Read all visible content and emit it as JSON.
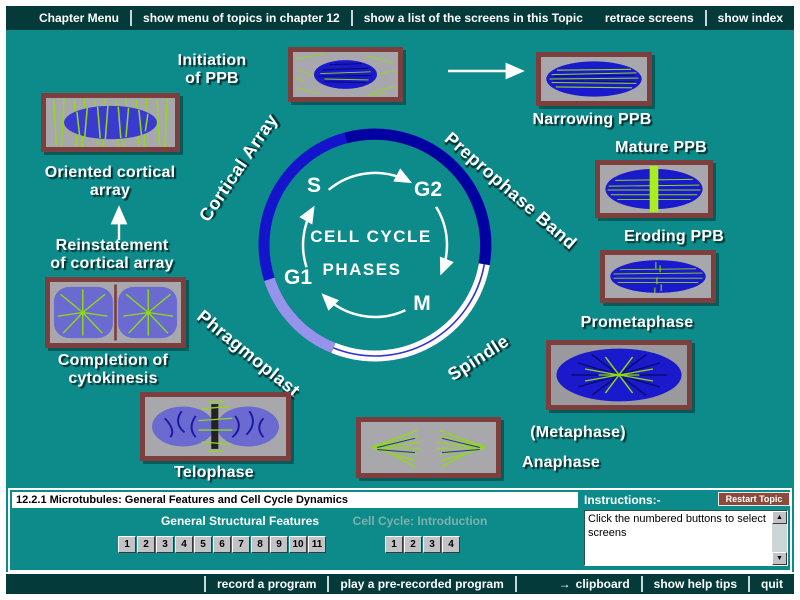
{
  "colors": {
    "teal_background": "#0d8a8a",
    "bar_background": "#043a3a",
    "thumbnail_border": "#7d3e3e",
    "thumbnail_background": "#a8a8ac",
    "cell_blue": "#1a1acc",
    "microtubule_green": "#8fd81c",
    "ring_blue": "#1414cc",
    "ring_white_segment": "#ffffff",
    "ring_light_segment": "#9494ea",
    "button_face": "#c3c3c7",
    "disabled_text": "#7fb0ab",
    "restart_button_background": "#8a4a3c"
  },
  "icons": {
    "scroll_up": "▲",
    "scroll_down": "▼",
    "clipboard_arrow": "→"
  },
  "top_menu": {
    "items": [
      "Chapter Menu",
      "show menu of topics in chapter 12",
      "show a list of the screens in this Topic",
      "retrace screens",
      "show index"
    ]
  },
  "diagram": {
    "center_title_line1": "CELL CYCLE",
    "center_title_line2": "PHASES",
    "phases": {
      "s": "S",
      "g2": "G2",
      "g1": "G1",
      "m": "M"
    },
    "ring_labels": {
      "cortical_array": "Cortical Array",
      "preprophase_band": "Preprophase Band",
      "phragmoplast": "Phragmoplast",
      "spindle": "Spindle"
    },
    "stage_labels": {
      "initiation_ppb": "Initiation\nof PPB",
      "narrowing_ppb": "Narrowing PPB",
      "mature_ppb": "Mature PPB",
      "eroding_ppb": "Eroding PPB",
      "prometaphase": "Prometaphase",
      "metaphase": "(Metaphase)",
      "anaphase": "Anaphase",
      "telophase": "Telophase",
      "completion_cytokinesis": "Completion of\ncytokinesis",
      "reinstatement": "Reinstatement\nof cortical array",
      "oriented": "Oriented cortical\narray"
    }
  },
  "panel": {
    "title": "12.2.1 Microtubules: General Features and Cell Cycle Dynamics",
    "instructions_label": "Instructions:-",
    "restart_button": "Restart Topic",
    "general": {
      "label": "General Structural Features",
      "buttons": [
        "1",
        "2",
        "3",
        "4",
        "5",
        "6",
        "7",
        "8",
        "9",
        "10",
        "11"
      ]
    },
    "cell_cycle": {
      "label": "Cell Cycle: Introduction",
      "buttons": [
        "1",
        "2",
        "3",
        "4"
      ]
    },
    "instructions_text": "Click the numbered buttons to select screens"
  },
  "bottom_bar": {
    "record": "record a program",
    "play": "play a pre-recorded program",
    "clipboard": "clipboard",
    "help": "show help tips",
    "quit": "quit"
  }
}
